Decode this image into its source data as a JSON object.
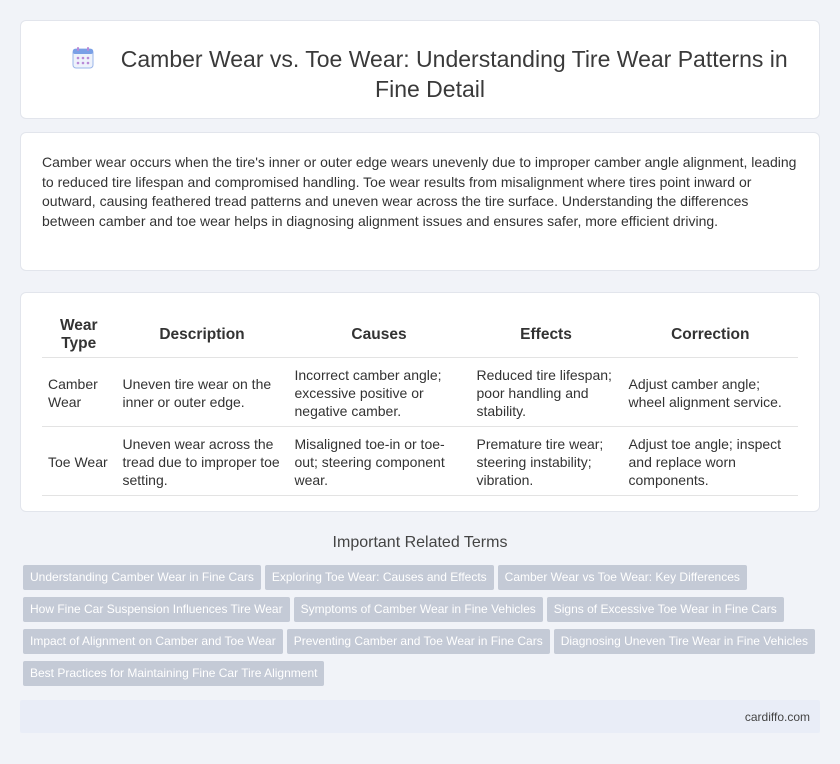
{
  "header": {
    "icon": "calendar-grid-icon",
    "title": "Camber Wear vs. Toe Wear: Understanding Tire Wear Patterns in Fine Detail"
  },
  "intro": {
    "text": "Camber wear occurs when the tire's inner or outer edge wears unevenly due to improper camber angle alignment, leading to reduced tire lifespan and compromised handling. Toe wear results from misalignment where tires point inward or outward, causing feathered tread patterns and uneven wear across the tire surface. Understanding the differences between camber and toe wear helps in diagnosing alignment issues and ensures safer, more efficient driving."
  },
  "table": {
    "headers": [
      "Wear Type",
      "Description",
      "Causes",
      "Effects",
      "Correction"
    ],
    "rows": [
      [
        "Camber Wear",
        "Uneven tire wear on the inner or outer edge.",
        "Incorrect camber angle; excessive positive or negative camber.",
        "Reduced tire lifespan; poor handling and stability.",
        "Adjust camber angle; wheel alignment service."
      ],
      [
        "Toe Wear",
        "Uneven wear across the tread due to improper toe setting.",
        "Misaligned toe-in or toe-out; steering component wear.",
        "Premature tire wear; steering instability; vibration.",
        "Adjust toe angle; inspect and replace worn components."
      ]
    ]
  },
  "related": {
    "title": "Important Related Terms",
    "tags": [
      "Understanding Camber Wear in Fine Cars",
      "Exploring Toe Wear: Causes and Effects",
      "Camber Wear vs Toe Wear: Key Differences",
      "How Fine Car Suspension Influences Tire Wear",
      "Symptoms of Camber Wear in Fine Vehicles",
      "Signs of Excessive Toe Wear in Fine Cars",
      "Impact of Alignment on Camber and Toe Wear",
      "Preventing Camber and Toe Wear in Fine Cars",
      "Diagnosing Uneven Tire Wear in Fine Vehicles",
      "Best Practices for Maintaining Fine Car Tire Alignment"
    ]
  },
  "footer": {
    "site": "cardiffo.com"
  },
  "colors": {
    "background": "#f1f3f8",
    "tag": "#c4cad6",
    "footer": "#e9edf7",
    "icon_accent": "#7aa0e6"
  }
}
